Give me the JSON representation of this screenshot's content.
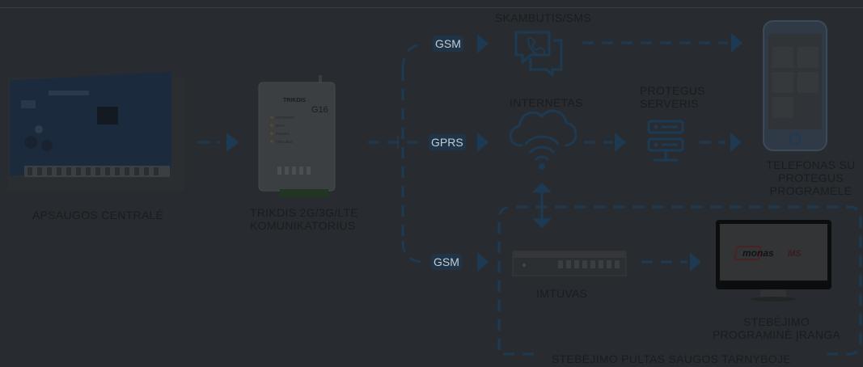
{
  "channels": {
    "gsm_top": "GSM",
    "gprs": "GPRS",
    "gsm_bottom": "GSM"
  },
  "labels": {
    "skambutis": "SKAMBUTIS/SMS",
    "internetas": "INTERNETAS",
    "protegus_line1": "PROTEGUS",
    "protegus_line2": "SERVERIS",
    "telefonas_line1": "TELEFONAS SU",
    "telefonas_line2": "PROTEGUS",
    "telefonas_line3": "PROGRAMĖLE",
    "apsaugos": "APSAUGOS CENTRALĖ",
    "trikdis_line1": "TRIKDIS 2G/3G/LTE",
    "trikdis_line2": "KOMUNIKATORIUS",
    "imtuvas": "IMTUVAS",
    "stebejimo_line1": "STEBĖJIMO",
    "stebejimo_line2": "PROGRAMINĖ ĮRANGA",
    "pultas": "STEBĖJIMO PULTAS SAUGOS TARNYBOJE"
  },
  "device": {
    "brand": "TRIKDIS",
    "model": "G16",
    "leds": [
      "NETWORK",
      "DATA",
      "POWER",
      "TROUBLE"
    ]
  },
  "monitor": {
    "logo_text": "monas",
    "logo_badge": "MS"
  },
  "colors": {
    "background": "#282c30",
    "connector": "#1d3a52",
    "label_text": "#1a1c1f",
    "pill_text": "#c4ccd4"
  }
}
